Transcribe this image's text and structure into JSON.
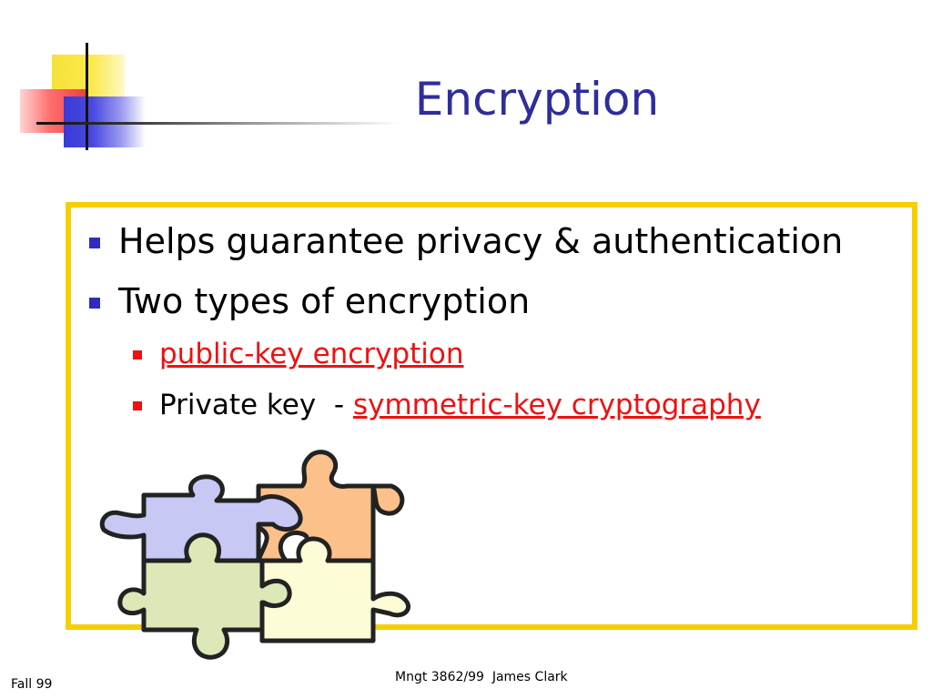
{
  "slide": {
    "title": "Encryption",
    "bullets": [
      "Helps guarantee privacy & authentication",
      "Two types of encryption"
    ],
    "sub_bullets": {
      "public_key_link": "public-key encryption",
      "private_key_prefix": "Private key  - ",
      "symmetric_link": "symmetric-key cryptography"
    },
    "footer": {
      "left": "Fall 99",
      "center": "Mngt 3862/99  James Clark"
    }
  },
  "colors": {
    "title": "#2d2d9b",
    "frame_border": "#f5cf00",
    "bullet_level1": "#2d2dbd",
    "bullet_level2": "#ee1111",
    "link": "#ee1111",
    "puzzle_purple": "#c8c8f5",
    "puzzle_orange": "#fcc08a",
    "puzzle_green": "#dce8b8",
    "puzzle_cream": "#fcfcd6"
  },
  "icons": {
    "logo": "corner-squares-logo",
    "illustration": "puzzle-pieces-icon"
  }
}
